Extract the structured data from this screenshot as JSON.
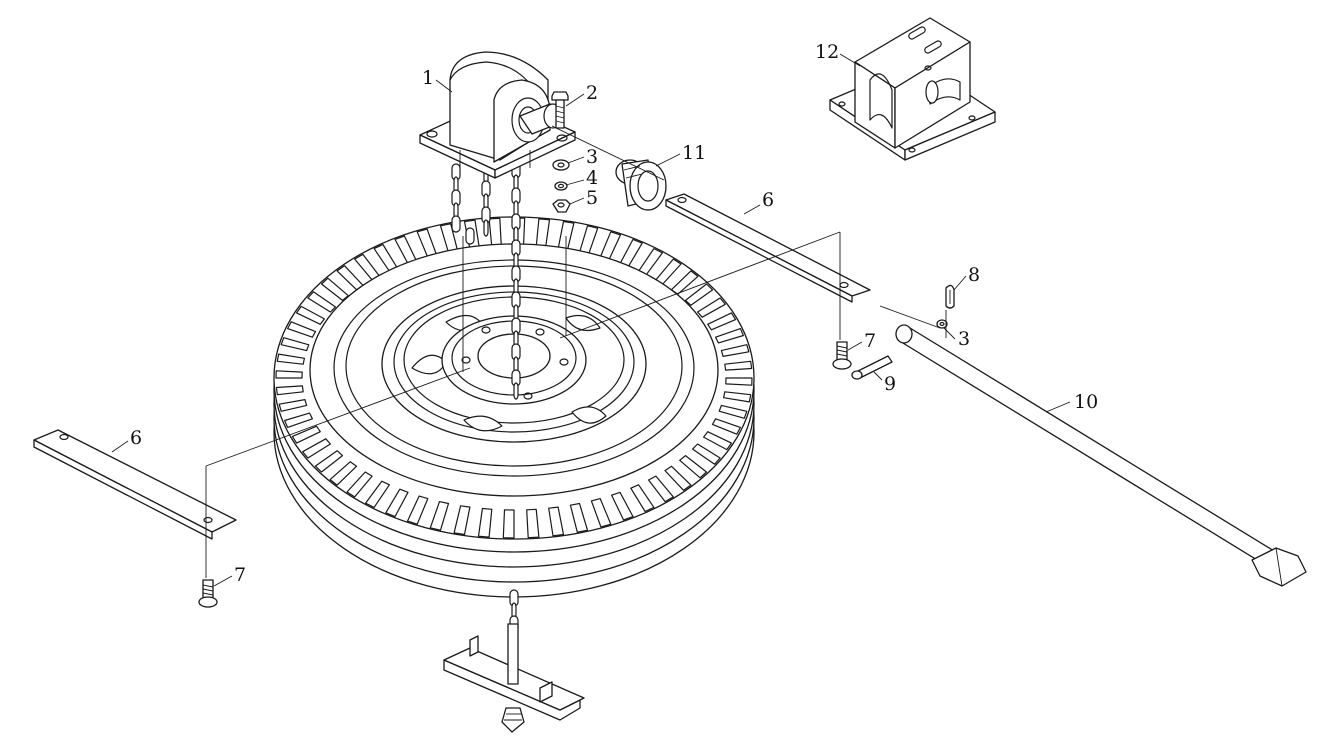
{
  "diagram": {
    "callouts": [
      {
        "id": "c1",
        "label": "1"
      },
      {
        "id": "c2",
        "label": "2"
      },
      {
        "id": "c3a",
        "label": "3"
      },
      {
        "id": "c4",
        "label": "4"
      },
      {
        "id": "c5",
        "label": "5"
      },
      {
        "id": "c11",
        "label": "11"
      },
      {
        "id": "c6a",
        "label": "6"
      },
      {
        "id": "c8",
        "label": "8"
      },
      {
        "id": "c3b",
        "label": "3"
      },
      {
        "id": "c7a",
        "label": "7"
      },
      {
        "id": "c9",
        "label": "9"
      },
      {
        "id": "c10",
        "label": "10"
      },
      {
        "id": "c12",
        "label": "12"
      },
      {
        "id": "c6b",
        "label": "6"
      },
      {
        "id": "c7b",
        "label": "7"
      }
    ]
  }
}
